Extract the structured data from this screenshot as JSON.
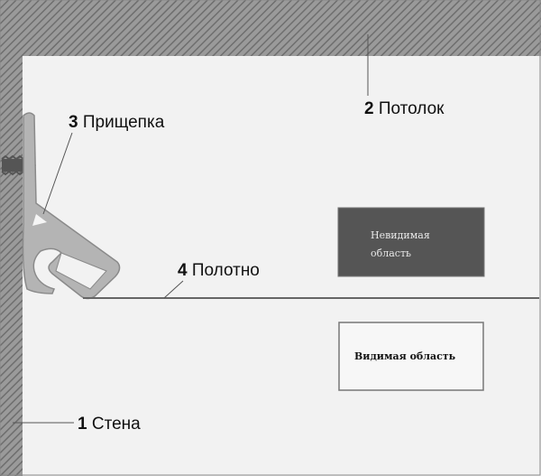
{
  "labels": {
    "wall": {
      "num": "1",
      "text": "Стена"
    },
    "ceiling": {
      "num": "2",
      "text": "Потолок"
    },
    "clip": {
      "num": "3",
      "text": "Прищепка"
    },
    "fabric": {
      "num": "4",
      "text": "Полотно"
    }
  },
  "invisible_area": {
    "line1": "Невидимая",
    "line2": "область"
  },
  "visible_area": {
    "text": "Видимая область"
  },
  "colors": {
    "hatch": "#8a8a8a",
    "clip": "#b4b4b4",
    "invisible_box": "#555555",
    "background": "#f2f2f2"
  }
}
